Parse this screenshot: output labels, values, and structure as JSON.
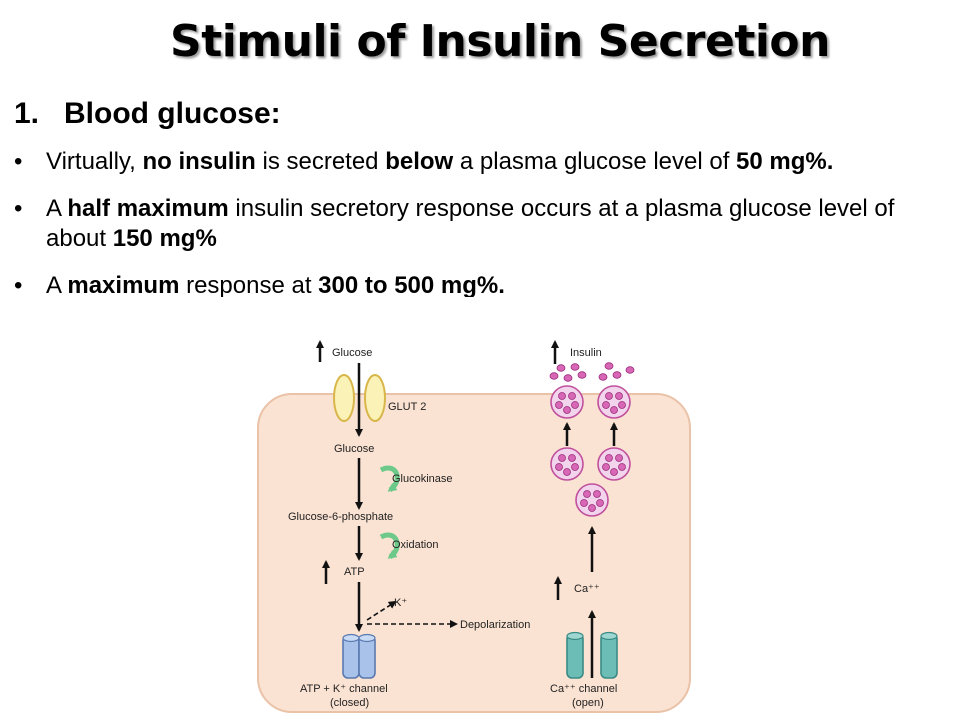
{
  "title": "Stimuli of Insulin Secretion",
  "section": {
    "number": "1.",
    "label": "Blood glucose:"
  },
  "bullets": [
    {
      "marker": "•",
      "parts": [
        {
          "text": "Virtually, ",
          "bold": false
        },
        {
          "text": "no insulin",
          "bold": true
        },
        {
          "text": " is secreted ",
          "bold": false
        },
        {
          "text": "below",
          "bold": true
        },
        {
          "text": " a plasma glucose level of ",
          "bold": false
        },
        {
          "text": "50 mg%.",
          "bold": true
        }
      ]
    },
    {
      "marker": "•",
      "parts": [
        {
          "text": "A ",
          "bold": false
        },
        {
          "text": "half maximum",
          "bold": true
        },
        {
          "text": " insulin secretory response occurs at a plasma glucose level of about ",
          "bold": false
        },
        {
          "text": "150 mg%",
          "bold": true
        }
      ]
    },
    {
      "marker": "•",
      "parts": [
        {
          "text": "A ",
          "bold": false
        },
        {
          "text": "maximum",
          "bold": true
        },
        {
          "text": " response at ",
          "bold": false
        },
        {
          "text": "300 to 500 mg%.",
          "bold": true
        }
      ]
    }
  ],
  "diagram": {
    "labels": {
      "glucose_out": "Glucose",
      "glut2": "GLUT 2",
      "glucose_in": "Glucose",
      "glucokinase": "Glucokinase",
      "g6p": "Glucose-6-phosphate",
      "oxidation": "Oxidation",
      "atp": "ATP",
      "k_ion": "K⁺",
      "depolarization": "Depolarization",
      "katp_channel_1": "ATP + K⁺ channel",
      "katp_channel_2": "(closed)",
      "insulin": "Insulin",
      "ca_ion": "Ca⁺⁺",
      "ca_channel_1": "Ca⁺⁺ channel",
      "ca_channel_2": "(open)"
    },
    "colors": {
      "cell_fill": "#fbe3d3",
      "cell_stroke": "#e9c2a8",
      "glut_fill": "#fbf2b8",
      "glut_stroke": "#d8b64a",
      "enzyme_arrow": "#6cc98a",
      "k_channel_fill": "#a8c2ea",
      "k_channel_stroke": "#5a79b0",
      "ca_channel_fill": "#6dbdb7",
      "ca_channel_stroke": "#3a8a86",
      "granule_fill": "#f2d5ec",
      "granule_stroke": "#c0509c",
      "insulin_dot": "#d867b6"
    }
  }
}
